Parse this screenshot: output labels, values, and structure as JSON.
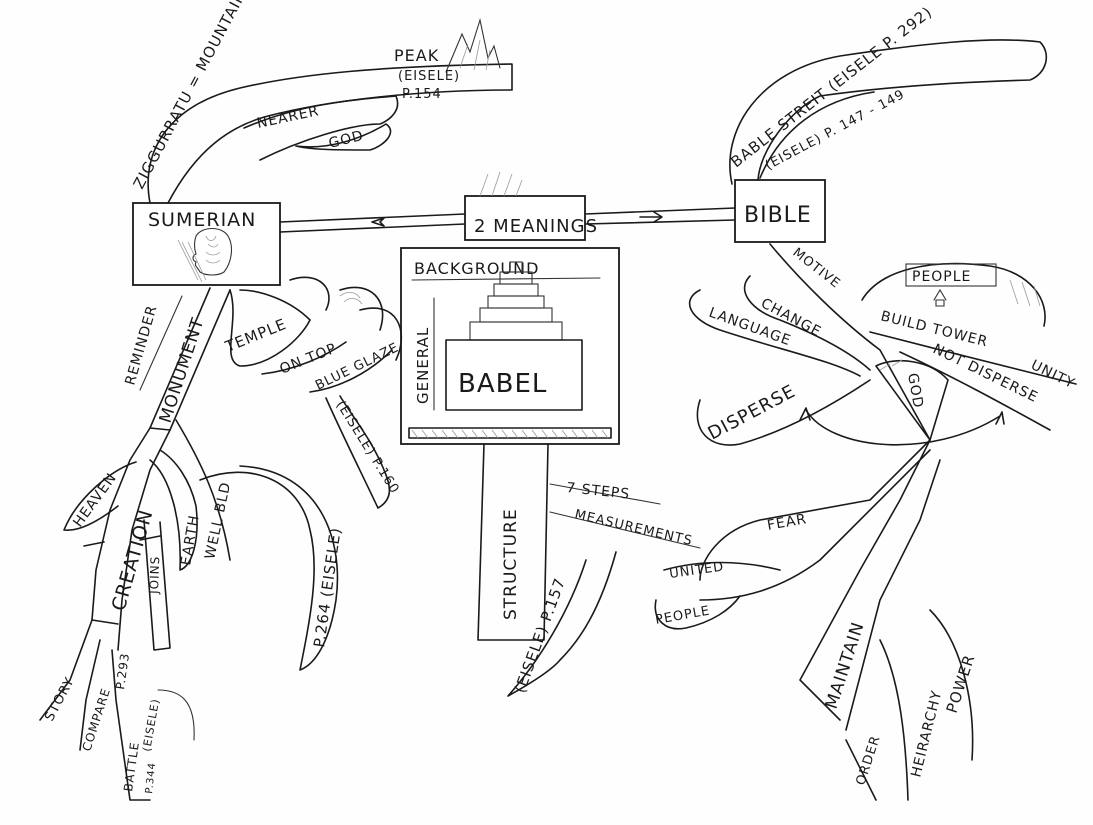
{
  "center": {
    "meanings": "2 MEANINGS",
    "background": "BACKGROUND",
    "general": "GENERAL",
    "babel": "BABEL",
    "structure": "STRUCTURE",
    "seven_steps": "7 STEPS",
    "measurements": "MEASUREMENTS",
    "structure_ref": "(EISELE) P.157"
  },
  "sumerian": {
    "label": "SUMERIAN",
    "ziggurratu": "ZIGGURRATU = MOUNTAIN",
    "peak": "PEAK",
    "ref_154_a": "(EISELE)",
    "ref_154_b": "P.154",
    "nearer": "NEARER",
    "god": "GOD",
    "reminder": "REMINDER",
    "monument": "MONUMENT",
    "temple": "TEMPLE",
    "on_top": "ON TOP",
    "blue_glaze": "BLUE GLAZE",
    "ref_160": "(EISELE) P.160",
    "heaven": "HEAVEN",
    "creation": "CREATION",
    "earth": "EARTH",
    "joins": "JOINS",
    "well_bld": "WELL BLD",
    "ref_264": "P.264 (EISELE)",
    "story": "STORY",
    "compare": "COMPARE",
    "ref_293_a": "P.293",
    "ref_293_b": "(EISELE)",
    "battle": "BATTLE",
    "ref_344": "P.344"
  },
  "bible": {
    "label": "BIBLE",
    "bable_streit": "BABLE STREIT (EISELE P. 292)",
    "ref_147": "(EISELE) P. 147 - 149",
    "motive": "MOTIVE",
    "people": "PEOPLE",
    "build_tower": "BUILD TOWER",
    "unity": "UNITY",
    "not_disperse": "NOT DISPERSE",
    "language": "LANGUAGE",
    "change": "CHANGE",
    "disperse": "DISPERSE",
    "god": "GOD",
    "fear": "FEAR",
    "united": "UNITED",
    "people_2": "PEOPLE",
    "maintain": "MAINTAIN",
    "order": "ORDER",
    "heirarchy": "HEIRARCHY",
    "power": "POWER"
  }
}
